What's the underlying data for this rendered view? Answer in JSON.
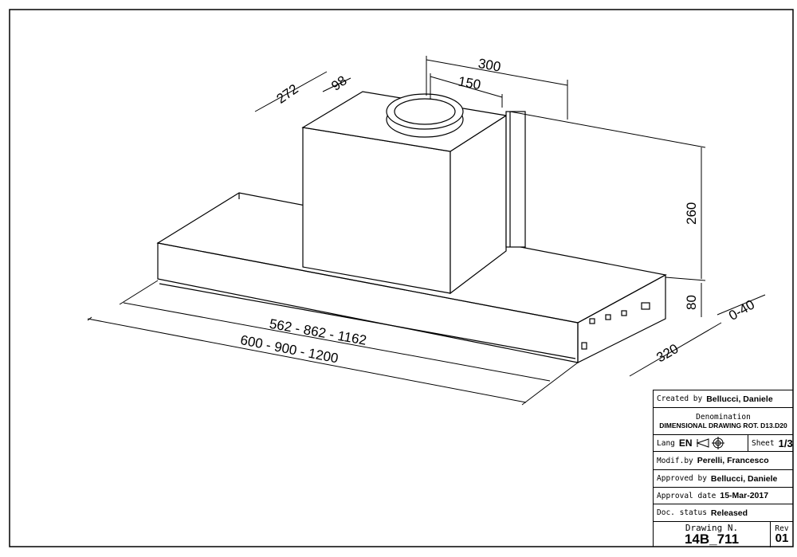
{
  "dimensions": {
    "d300": "300",
    "d150": "150",
    "d272": "272",
    "d98": "98",
    "d260": "260",
    "d80": "80",
    "d040": "0-40",
    "d320": "320",
    "inner_width": "562 - 862 - 1162",
    "outer_width": "600 - 900 - 1200"
  },
  "title_block": {
    "created_label": "Created by",
    "created_value": "Bellucci, Daniele",
    "denomination_label": "Denomination",
    "denomination_value": "DIMENSIONAL DRAWING ROT. D13.D20",
    "lang_label": "Lang",
    "lang_value": "EN",
    "sheet_label": "Sheet",
    "sheet_value": "1/3",
    "modif_label": "Modif.by",
    "modif_value": "Perelli, Francesco",
    "approved_label": "Approved by",
    "approved_value": "Bellucci, Daniele",
    "approval_date_label": "Approval date",
    "approval_date_value": "15-Mar-2017",
    "status_label": "Doc. status",
    "status_value": "Released",
    "drawing_label": "Drawing N.",
    "drawing_value": "14B_711",
    "rev_label": "Rev",
    "rev_value": "01"
  }
}
